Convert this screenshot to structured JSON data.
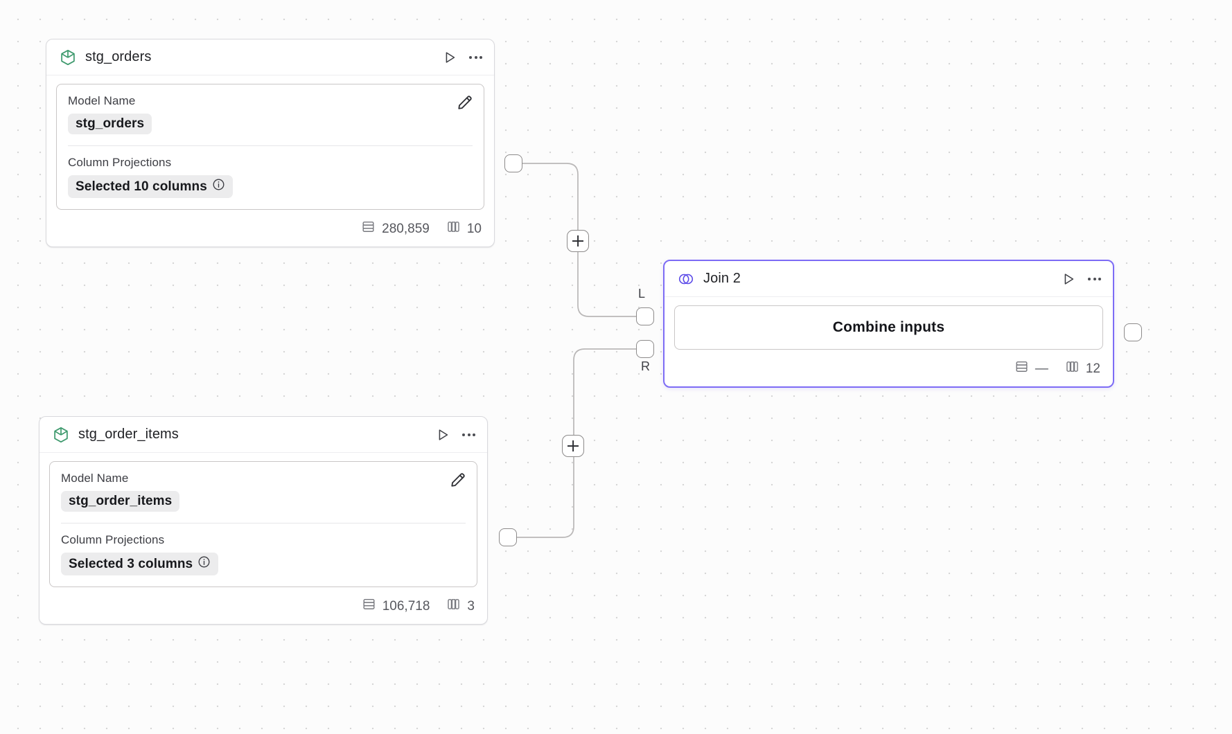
{
  "canvas": {
    "background_color": "#fcfcfc",
    "dot_color": "#d6d6d6",
    "accent_color": "#7d6cf5",
    "model_icon_color": "#3f9a6e"
  },
  "nodes": [
    {
      "id": "stg_orders",
      "icon": "cube-icon",
      "title": "stg_orders",
      "run_label": "play-icon",
      "menu_label": "more-options-icon",
      "fields": {
        "model_name_label": "Model Name",
        "model_name_value": "stg_orders",
        "column_projections_label": "Column Projections",
        "column_projections_value": "Selected 10 columns"
      },
      "edit_icon": "pencil-icon",
      "info_icon": "info-icon",
      "footer": {
        "rows_icon": "rows-icon",
        "rows": "280,859",
        "columns_icon": "columns-icon",
        "columns": "10"
      }
    },
    {
      "id": "stg_order_items",
      "icon": "cube-icon",
      "title": "stg_order_items",
      "run_label": "play-icon",
      "menu_label": "more-options-icon",
      "fields": {
        "model_name_label": "Model Name",
        "model_name_value": "stg_order_items",
        "column_projections_label": "Column Projections",
        "column_projections_value": "Selected 3 columns"
      },
      "edit_icon": "pencil-icon",
      "info_icon": "info-icon",
      "footer": {
        "rows_icon": "rows-icon",
        "rows": "106,718",
        "columns_icon": "columns-icon",
        "columns": "3"
      }
    },
    {
      "id": "join_2",
      "icon": "venn-join-icon",
      "title": "Join 2",
      "run_label": "play-icon",
      "menu_label": "more-options-icon",
      "selected": true,
      "action_button": "Combine inputs",
      "footer": {
        "rows_icon": "rows-icon",
        "rows": "—",
        "columns_icon": "columns-icon",
        "columns": "12"
      }
    }
  ],
  "ports": {
    "left_input_label": "L",
    "right_input_label": "R"
  },
  "edge_buttons": {
    "add_label": "+"
  }
}
